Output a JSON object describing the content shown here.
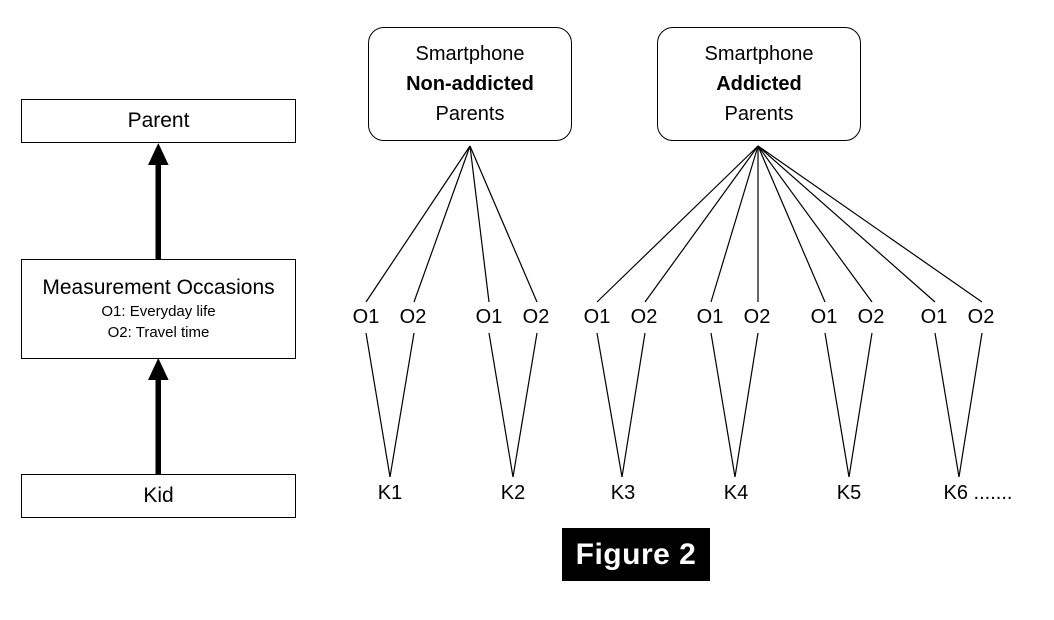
{
  "figure": {
    "caption": "Figure 2"
  },
  "legend_panel": {
    "top_box": {
      "label": "Parent"
    },
    "middle_box": {
      "title": "Measurement Occasions",
      "lines": [
        "O1: Everyday life",
        "O2: Travel time"
      ]
    },
    "bottom_box": {
      "label": "Kid"
    },
    "arrows": [
      {
        "name": "kid-to-occasions-arrow",
        "direction": "up"
      },
      {
        "name": "occasions-to-parent-arrow",
        "direction": "up"
      }
    ]
  },
  "model_panel": {
    "groups": [
      {
        "id": "non-addicted",
        "header_lines": [
          "Smartphone",
          "Non-addicted",
          "Parents"
        ],
        "bold_line_index": 1,
        "kids": [
          {
            "label": "K1",
            "occasions": [
              "O1",
              "O2"
            ]
          },
          {
            "label": "K2",
            "occasions": [
              "O1",
              "O2"
            ]
          }
        ]
      },
      {
        "id": "addicted",
        "header_lines": [
          "Smartphone",
          "Addicted",
          "Parents"
        ],
        "bold_line_index": 1,
        "kids": [
          {
            "label": "K3",
            "occasions": [
              "O1",
              "O2"
            ]
          },
          {
            "label": "K4",
            "occasions": [
              "O1",
              "O2"
            ]
          },
          {
            "label": "K5",
            "occasions": [
              "O1",
              "O2"
            ]
          },
          {
            "label": "K6 .......",
            "occasions": [
              "O1",
              "O2"
            ]
          }
        ]
      }
    ]
  },
  "colors": {
    "stroke": "#000000",
    "background": "#ffffff",
    "caption_background": "#000000",
    "caption_text": "#ffffff"
  }
}
